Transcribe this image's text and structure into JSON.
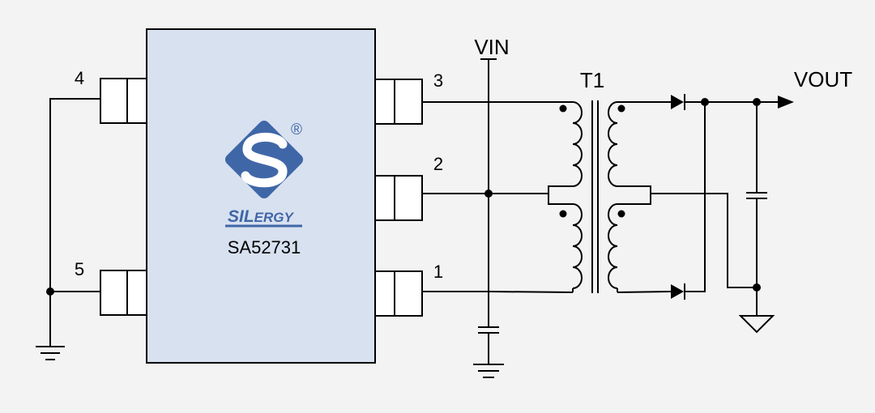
{
  "chip": {
    "part_number": "SA52731",
    "brand": "SILERGY",
    "brand_split": [
      "SIL",
      "ERGY"
    ],
    "registered_mark": "®",
    "body_color": "#d8e1f0",
    "logo_color": "#3f67a7",
    "pins": [
      {
        "number": "4"
      },
      {
        "number": "5"
      },
      {
        "number": "3"
      },
      {
        "number": "2"
      },
      {
        "number": "1"
      }
    ]
  },
  "nets": {
    "vin": "VIN",
    "vout": "VOUT"
  },
  "transformer": {
    "ref": "T1"
  },
  "icons": [
    "silergy-logo",
    "ground-symbol",
    "diode-symbol",
    "capacitor-symbol",
    "arrow-icon",
    "transformer-symbol"
  ]
}
